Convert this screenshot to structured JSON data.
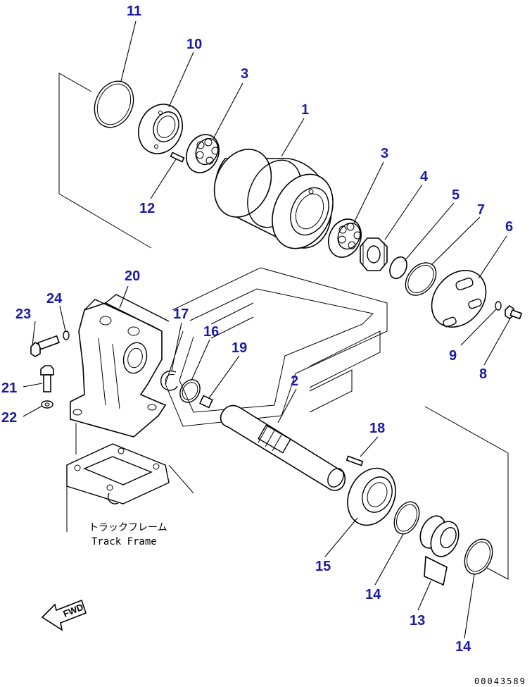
{
  "callouts": {
    "p1": "1",
    "p2": "2",
    "p3a": "3",
    "p3b": "3",
    "p4": "4",
    "p5": "5",
    "p6": "6",
    "p7": "7",
    "p8": "8",
    "p9": "9",
    "p10": "10",
    "p11": "11",
    "p12": "12",
    "p13": "13",
    "p14a": "14",
    "p14b": "14",
    "p15": "15",
    "p16": "16",
    "p17": "17",
    "p18": "18",
    "p19": "19",
    "p20": "20",
    "p21": "21",
    "p22": "22",
    "p23": "23",
    "p24": "24"
  },
  "track_frame_label_jp": "トラックフレーム",
  "track_frame_label_en": "Track Frame",
  "fwd_label": "FWD",
  "document_number": "00043589"
}
